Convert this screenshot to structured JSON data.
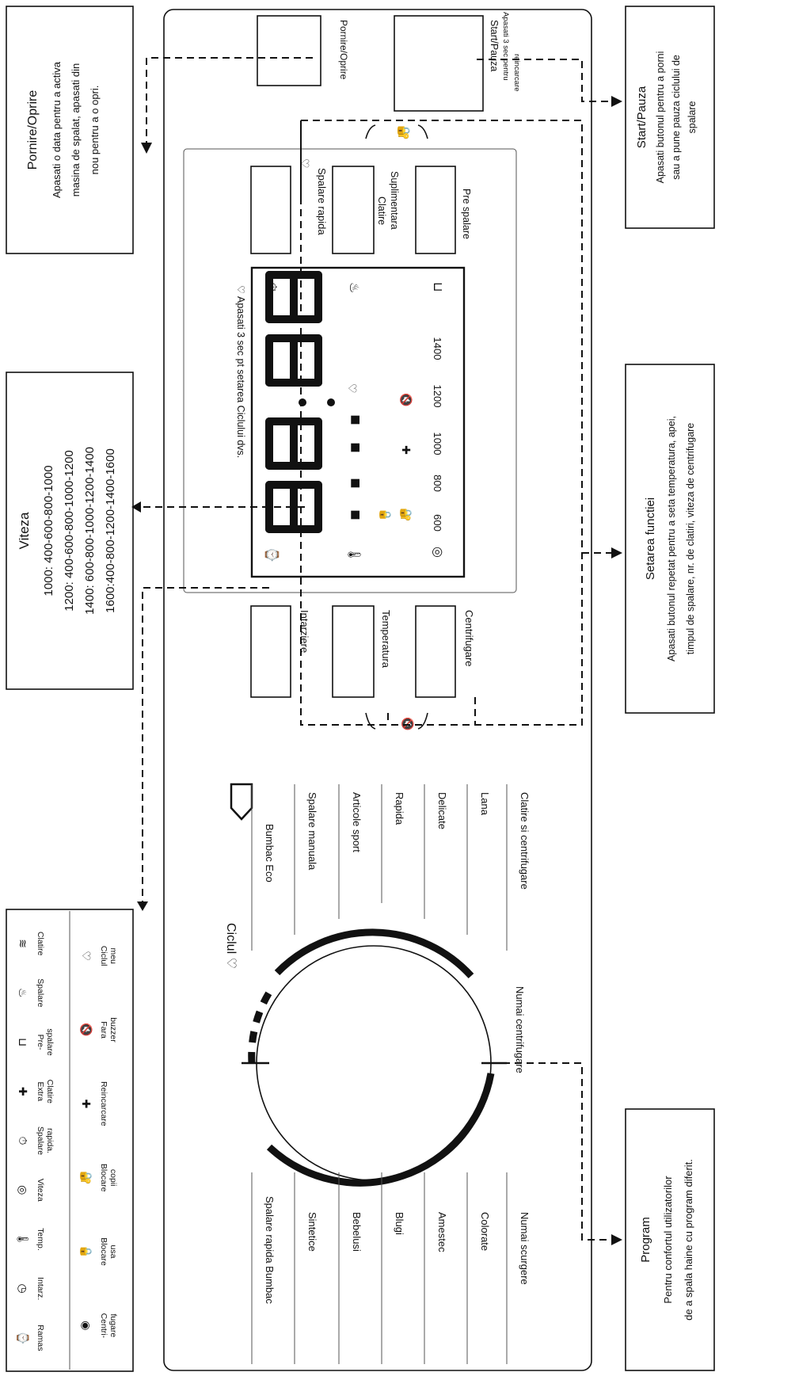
{
  "callouts": {
    "power": {
      "title": "Pornire/Oprire",
      "lines": [
        "Apasati o data pentru a activa",
        "masina de spalat, apasati din",
        "nou pentru a o opri."
      ]
    },
    "speed": {
      "title": "Viteza",
      "lines": [
        "1000: 400-600-800-1000",
        "1200: 400-600-800-1000-1200",
        "1400: 600-800-1000-1200-1400",
        "1600:400-800-1200-1400-1600"
      ]
    },
    "start": {
      "title": "Start/Pauza",
      "lines": [
        "Apasati butonul pentru a porni",
        "sau a pune pauza ciclului de",
        "spalare"
      ]
    },
    "settings": {
      "title": "Setarea functiei",
      "lines": [
        "Apasati butonul repetat pentru a seta temperatura, apei,",
        "timpul de spalare, nr. de clatiri, viteza de centrifugare"
      ]
    },
    "program": {
      "title": "Program",
      "lines": [
        "Pentru confortul utilizatorilor",
        "de a spala haine cu program diferit."
      ]
    }
  },
  "legend": {
    "row1": [
      {
        "icon": "remaining-time-icon",
        "glyph": "⌚",
        "label": "Ramas"
      },
      {
        "icon": "delay-clock-icon",
        "glyph": "◷",
        "label": "Intarz."
      },
      {
        "icon": "thermometer-icon",
        "glyph": "🌡",
        "label": "Temp."
      },
      {
        "icon": "spin-icon",
        "glyph": "◎",
        "label": "Viteza"
      },
      {
        "icon": "quick-wash-icon",
        "glyph": "⏱",
        "label": "Spalare rapida."
      },
      {
        "icon": "extra-rinse-icon",
        "glyph": "✚",
        "label": "Extra Clatire"
      },
      {
        "icon": "prewash-icon",
        "glyph": "⊔",
        "label": "Pre- spalare"
      },
      {
        "icon": "wash-icon",
        "glyph": "♨",
        "label": "Spalare"
      },
      {
        "icon": "rinse-icon",
        "glyph": "≋",
        "label": "Clatire"
      }
    ],
    "row2": [
      {
        "icon": "centrifuge-icon",
        "glyph": "◉",
        "label": "Centri- fugare"
      },
      {
        "icon": "door-lock-icon",
        "glyph": "🔒",
        "label": "Blocare usa"
      },
      {
        "icon": "child-lock-icon",
        "glyph": "🔐",
        "label": "Blocare copii"
      },
      {
        "icon": "reload-icon",
        "glyph": "✚",
        "label": "Reincarcare"
      },
      {
        "icon": "mute-icon",
        "glyph": "🔇",
        "label": "Fara buzzer"
      },
      {
        "icon": "heart-icon",
        "glyph": "♡",
        "label": "Ciclul meu"
      }
    ]
  },
  "panel": {
    "buttons": {
      "power": "Pornire/Oprire",
      "start": "Start/Pauza",
      "start_note": "Apasati 3 sec pentru",
      "start_note2": "reincarcare",
      "quick": "Spalare rapida",
      "extra_rinse": "Clatire Suplimentara",
      "prewash": "Pre spalare",
      "delay": "Intarziere",
      "temperature": "Temperatura",
      "spin": "Centrifugare"
    },
    "display": {
      "digits": "88:88",
      "hint": "♡ Apasati 3 sec pt setarea Ciclului dvs.",
      "speeds": [
        "600",
        "800",
        "1000",
        "1200",
        "1400"
      ]
    },
    "dial": {
      "title": "Ciclul ♡",
      "programs_right": [
        "Bumbac Eco",
        "Spalare manuala",
        "Articole sport",
        "Rapida",
        "Delicate",
        "Lana",
        "Clatire si centrifugare"
      ],
      "programs_left": [
        "Spalare rapida Bumbac",
        "Sintetice",
        "Bebelusi",
        "Blugi",
        "Amestec",
        "Colorate",
        "Numai scurgere"
      ],
      "bottom": "Numai centrifugare"
    }
  }
}
